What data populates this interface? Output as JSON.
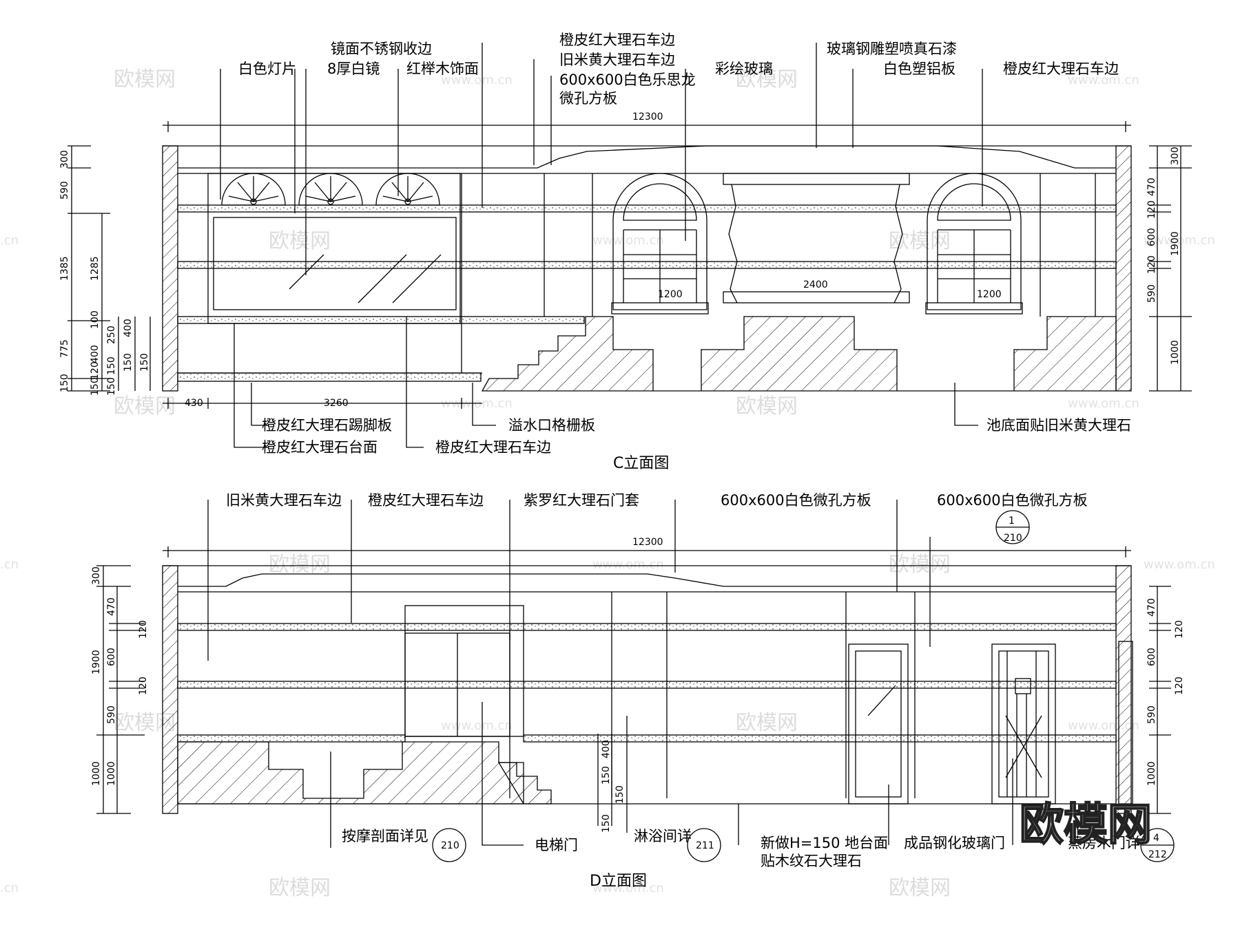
{
  "elevation_c": {
    "title": "C立面图",
    "top_labels": [
      "白色灯片",
      "镜面不锈钢收边",
      "8厚白镜",
      "红榉木饰面",
      "橙皮红大理石车边",
      "旧米黄大理石车边",
      "600x600白色乐思龙",
      "微孔方板",
      "彩绘玻璃",
      "玻璃钢雕塑喷真石漆",
      "白色塑铝板",
      "橙皮红大理石车边"
    ],
    "bottom_labels": [
      "橙皮红大理石踢脚板",
      "橙皮红大理石台面",
      "橙皮红大理石车边",
      "溢水口格栅板",
      "池底面贴旧米黄大理石"
    ],
    "dims": {
      "overall": "12300",
      "left_outer": [
        "300",
        "590",
        "1385",
        "775",
        "150"
      ],
      "left_inner": [
        "1285",
        "100",
        "400",
        "120",
        "150"
      ],
      "left_inner2": [
        "250",
        "150",
        "150"
      ],
      "left_inner3": [
        "400",
        "150",
        "150"
      ],
      "bottom": [
        "430",
        "3260"
      ],
      "openings": [
        "1200",
        "2400",
        "1200"
      ],
      "right_inner": [
        "470",
        "120",
        "600",
        "120",
        "590"
      ],
      "right_outer": [
        "300",
        "1900",
        "1000"
      ]
    }
  },
  "elevation_d": {
    "title": "D立面图",
    "top_labels": [
      "旧米黄大理石车边",
      "橙皮红大理石车边",
      "紫罗红大理石门套",
      "600x600白色微孔方板",
      "600x600白色微孔方板"
    ],
    "bottom_labels": [
      "按摩剖面详见",
      "电梯门",
      "淋浴间详",
      "新做H=150 地台面",
      "贴木纹石大理石",
      "成品钢化玻璃门",
      "蒸房木门详"
    ],
    "detail_refs": [
      {
        "top": "1",
        "bottom": "210"
      },
      {
        "top": "",
        "bottom": "210"
      },
      {
        "top": "",
        "bottom": "211"
      },
      {
        "top": "4",
        "bottom": "212"
      }
    ],
    "dims": {
      "overall": "12300",
      "left_outer": [
        "300",
        "1900",
        "1000"
      ],
      "left_inner": [
        "470",
        "120",
        "600",
        "120",
        "590",
        "1000"
      ],
      "mid": [
        "400",
        "150",
        "150",
        "150"
      ],
      "right_inner": [
        "470",
        "120",
        "600",
        "120",
        "590",
        "1000"
      ]
    }
  },
  "watermarks": {
    "brand": "欧模网",
    "site": "www.om.cn",
    "domain": ".cn"
  }
}
